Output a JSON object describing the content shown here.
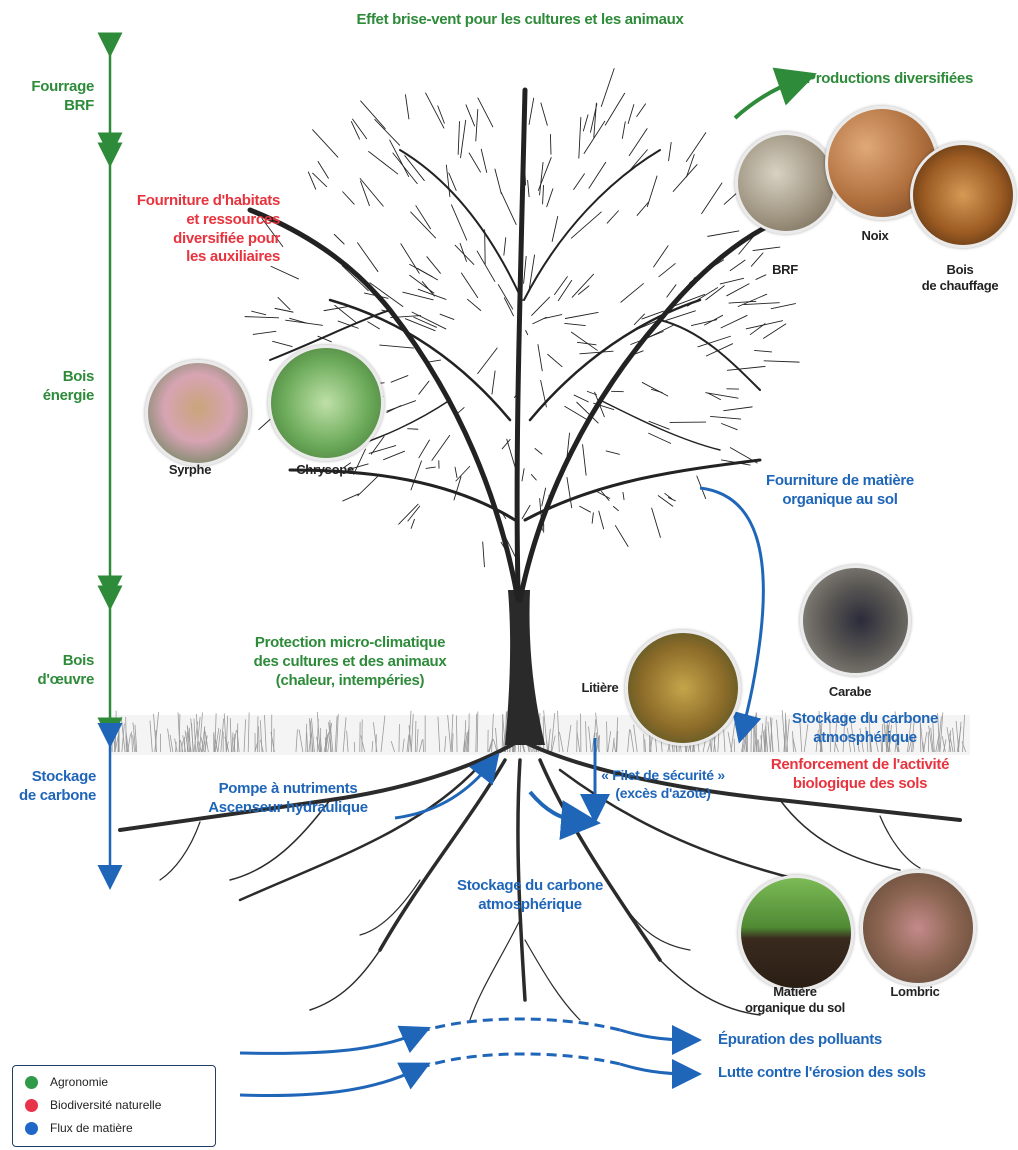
{
  "title": "Effet brise-vent pour les cultures et les animaux",
  "scale_left": {
    "fourrage": [
      "Fourrage",
      "BRF"
    ],
    "bois_energie": [
      "Bois",
      "énergie"
    ],
    "bois_oeuvre": [
      "Bois",
      "d'œuvre"
    ],
    "stockage": [
      "Stockage",
      "de carbone"
    ]
  },
  "labels": {
    "habitats": [
      "Fourniture d'habitats",
      "et ressources",
      "diversifiée pour",
      "les auxiliaires"
    ],
    "productions": "Productions diversifiées",
    "fourniture_mo": [
      "Fourniture de matière",
      "organique au sol"
    ],
    "protection": [
      "Protection micro-climatique",
      "des cultures et des animaux",
      "(chaleur, intempéries)"
    ],
    "stockage_atm_right": [
      "Stockage du carbone",
      "atmosphérique"
    ],
    "renforcement": [
      "Renforcement de l'activité",
      "biologique des sols"
    ],
    "filet": [
      "« Filet de sécurité »",
      "(excès d'azote)"
    ],
    "pompe": [
      "Pompe à nutriments",
      "Ascenseur hydraulique"
    ],
    "stockage_atm_bottom": [
      "Stockage du carbone",
      "atmosphérique"
    ],
    "epuration": "Épuration des polluants",
    "lutte": "Lutte contre l'érosion des sols"
  },
  "photos": {
    "brf": "BRF",
    "noix": "Noix",
    "bois_chauffage": [
      "Bois",
      "de chauffage"
    ],
    "syrphe": "Syrphe",
    "chrysope": "Chrysope",
    "litiere": "Litière",
    "carabe": "Carabe",
    "matiere_org": [
      "Matière",
      "organique du sol"
    ],
    "lombric": "Lombric"
  },
  "legend": [
    {
      "label": "Agronomie",
      "color": "#2e9a4a"
    },
    {
      "label": "Biodiversité naturelle",
      "color": "#e8344a"
    },
    {
      "label": "Flux de matière",
      "color": "#1f66c8"
    }
  ],
  "colors": {
    "agronomie": "#2e8b3a",
    "biodiversite": "#e8343e",
    "flux": "#1f66b8"
  }
}
